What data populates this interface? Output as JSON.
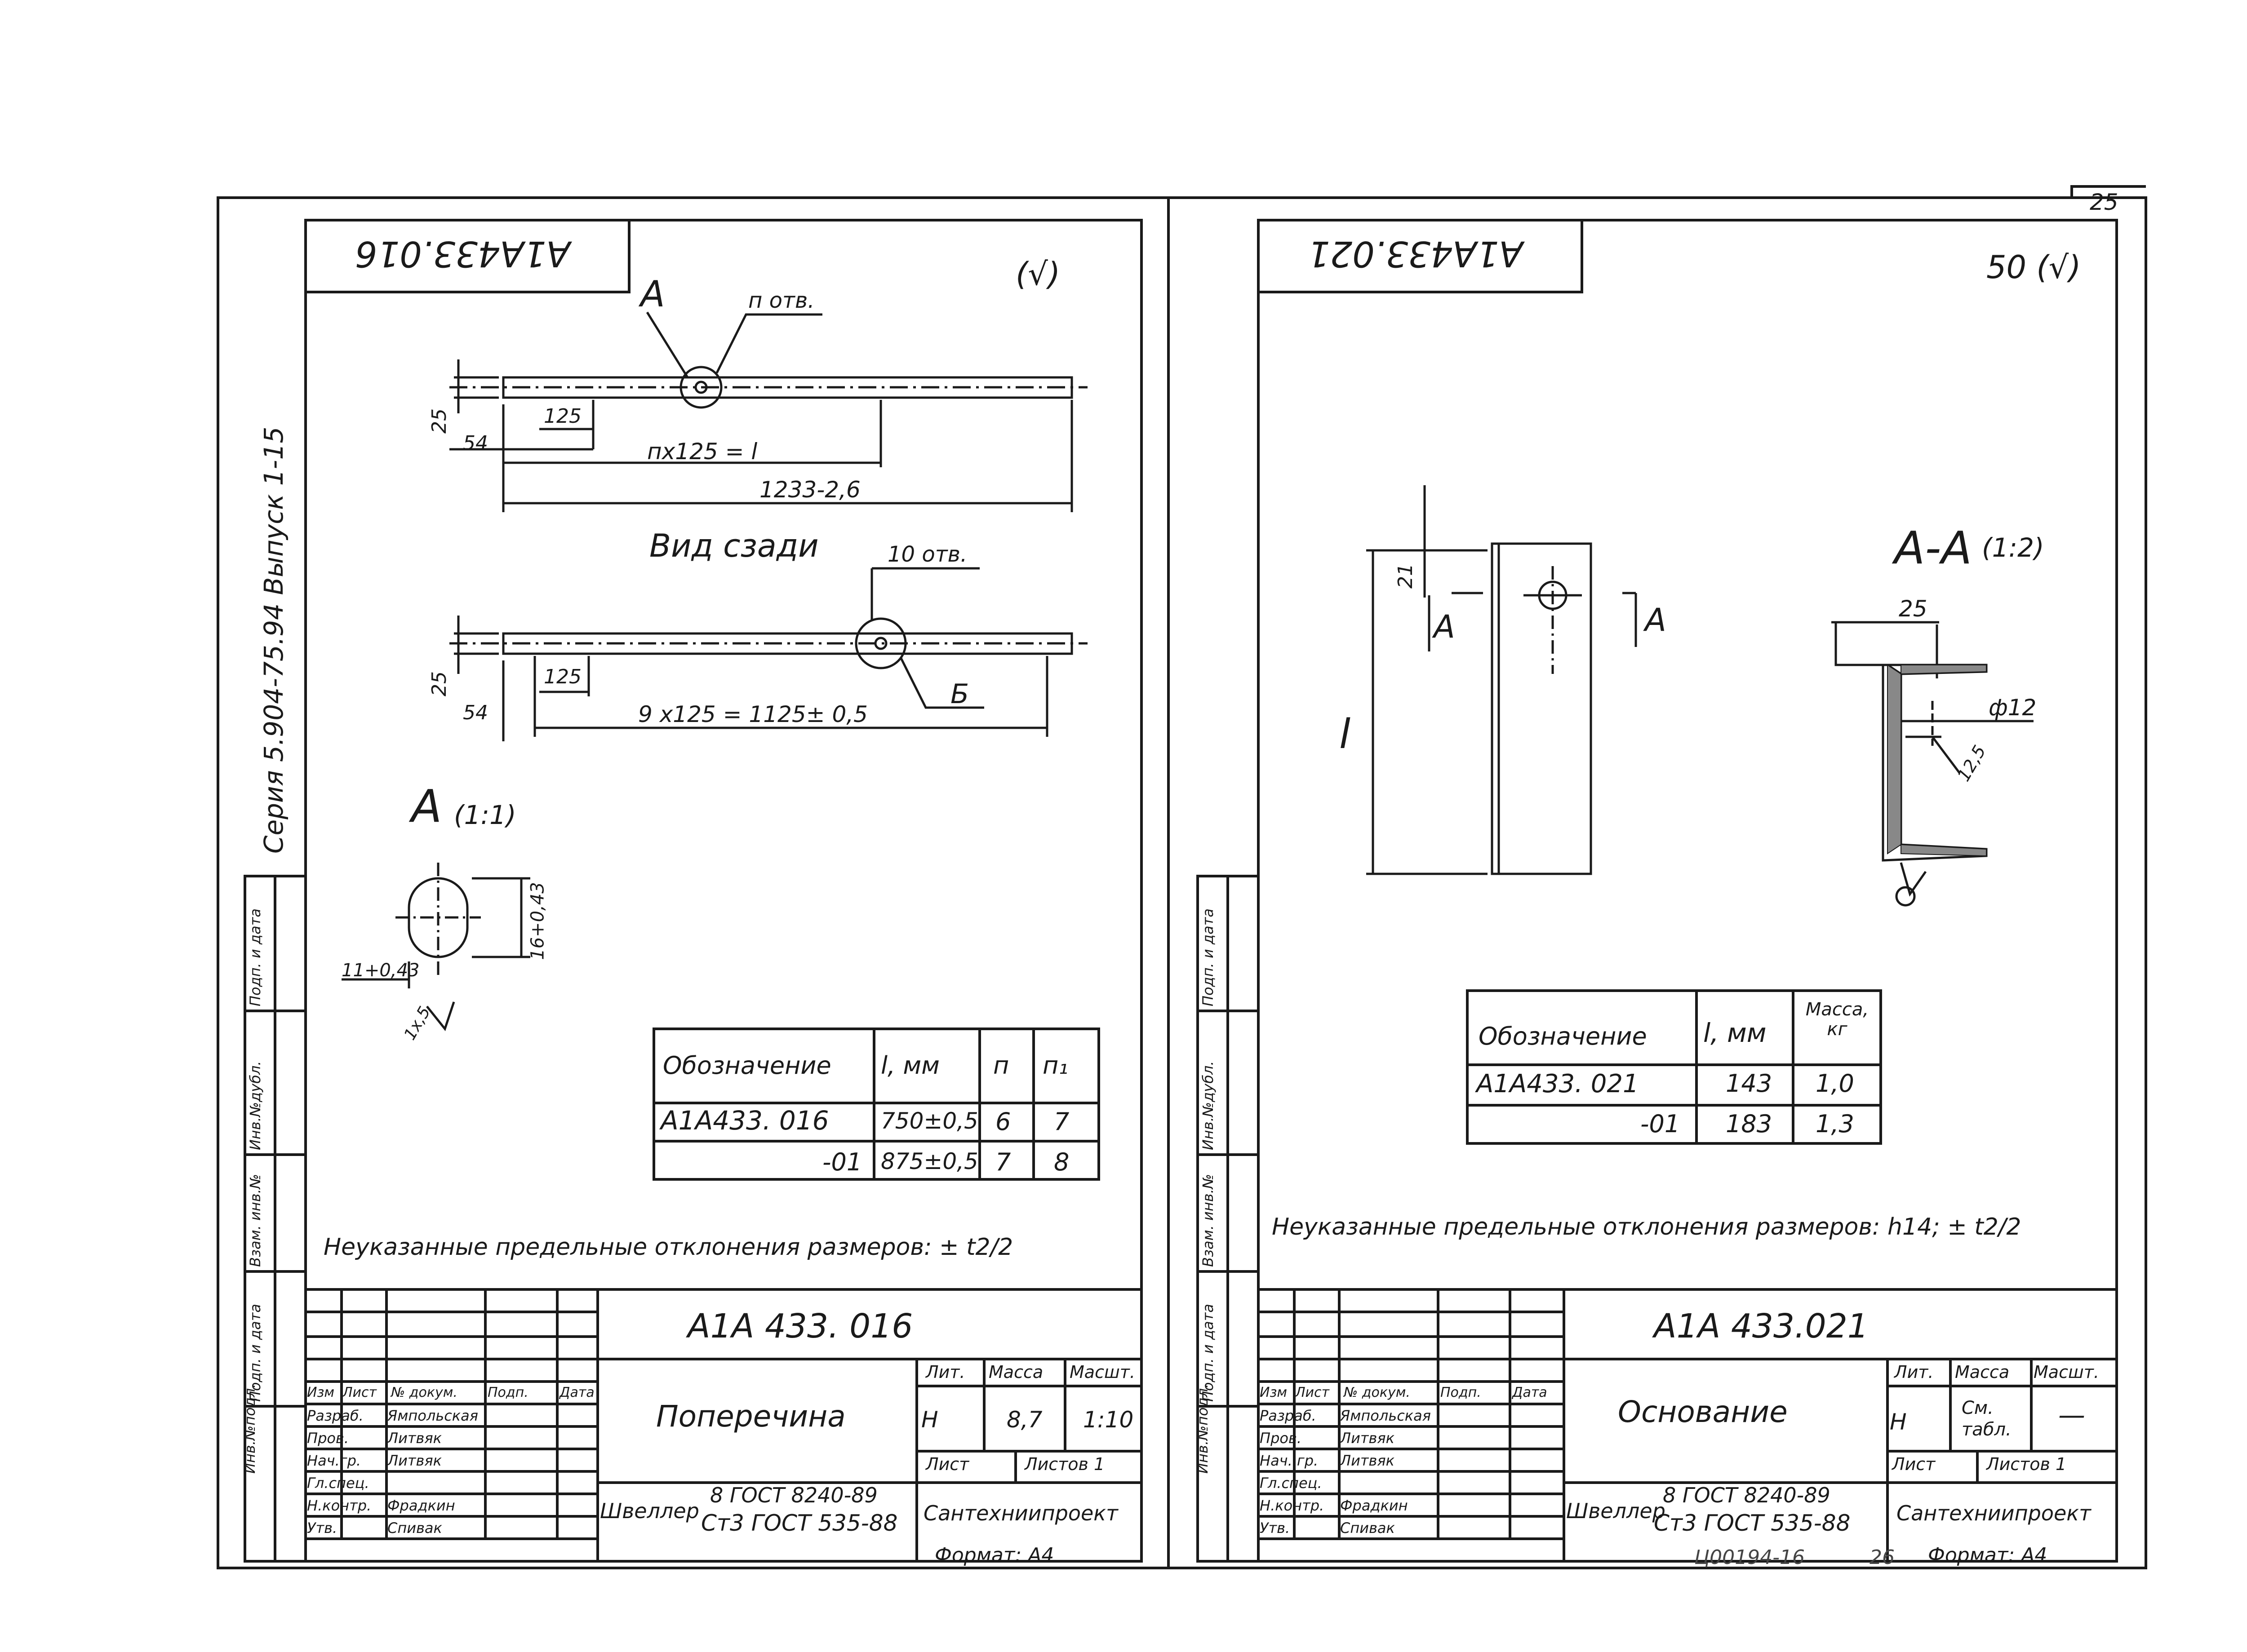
{
  "page_number": "25",
  "left": {
    "title_rotated": "А1А433.016",
    "roughness": "(√)",
    "view_a_label": "А",
    "n_holes": "п отв.",
    "dim_25a": "25",
    "dim_54a": "54",
    "dim_125a": "125",
    "dim_nx125": "пх125 = l",
    "dim_1233": "1233-2,6",
    "back_view": "Вид сзади",
    "holes_10": "10 отв.",
    "dim_25b": "25",
    "dim_54b": "54",
    "dim_125b": "125",
    "dim_9x125": "9 х125 = 1125± 0,5",
    "label_b": "Б",
    "detail_a": "А",
    "detail_a_scale": "(1:1)",
    "dim_16": "16+0,43",
    "dim_11": "11+0,43",
    "dim_1_5": "1х,5",
    "table": {
      "headers": [
        "Обозначение",
        "l, мм",
        "п",
        "п₁"
      ],
      "rows": [
        [
          "А1А433. 016",
          "750±0,5",
          "6",
          "7"
        ],
        [
          "-01",
          "875±0,5",
          "7",
          "8"
        ]
      ]
    },
    "note": "Неуказанные предельные отклонения размеров: ± t2/2",
    "tb": {
      "code": "А1А 433. 016",
      "name": "Поперечина",
      "lit_h": "Лит.",
      "mass_h": "Масса",
      "scale_h": "Масшт.",
      "lit": "Н",
      "mass": "8,7",
      "scale": "1:10",
      "sheet": "Лист",
      "sheets": "Листов 1",
      "mat1": "Швеллер",
      "mat2": "8 ГОСТ 8240-89",
      "mat3": "Ст3 ГОСТ 535-88",
      "org": "Сантехниипроект",
      "cols": [
        "Изм",
        "Лист",
        "№ докум.",
        "Подп.",
        "Дата"
      ],
      "roles": [
        "Разраб.",
        "Пров.",
        "Нач.гр.",
        "Гл.спец.",
        "Н.контр.",
        "Утв."
      ],
      "names": [
        "Ямпольская",
        "Литвяк",
        "Литвяк",
        "",
        "Фрадкин",
        "Спивак"
      ],
      "format": "Формат: А4"
    },
    "side": [
      "Инв.№подл.",
      "Подп. и дата",
      "Взам. инв.№",
      "Инв.№дубл.",
      "Подп. и дата"
    ],
    "series": "Серия 5.904-75.94 Выпуск 1-15"
  },
  "right": {
    "title_rotated": "А1А433.021",
    "roughness": "50 (√)",
    "dim_21": "21",
    "section_a": "А",
    "dim_l": "l",
    "section_title": "А-А",
    "section_scale": "(1:2)",
    "dim_25": "25",
    "dim_phi": "ф12",
    "dim_12_5": "12,5",
    "table": {
      "headers": [
        "Обозначение",
        "l, мм",
        "Масса, кг"
      ],
      "rows": [
        [
          "А1А433. 021",
          "143",
          "1,0"
        ],
        [
          "-01",
          "183",
          "1,3"
        ]
      ]
    },
    "note": "Неуказанные предельные отклонения размеров: h14; ± t2/2",
    "tb": {
      "code": "А1А 433.021",
      "name": "Основание",
      "lit_h": "Лит.",
      "mass_h": "Масса",
      "scale_h": "Масшт.",
      "lit": "Н",
      "mass": "См. табл.",
      "scale": "—",
      "sheet": "Лист",
      "sheets": "Листов 1",
      "mat1": "Швеллер",
      "mat2": "8 ГОСТ 8240-89",
      "mat3": "Ст3 ГОСТ 535-88",
      "org": "Сантехниипроект",
      "cols": [
        "Изм",
        "Лист",
        "№ докум.",
        "Подп.",
        "Дата"
      ],
      "roles": [
        "Разраб.",
        "Пров.",
        "Нач. гр.",
        "Гл.спец.",
        "Н.контр.",
        "Утв."
      ],
      "names": [
        "Ямпольская",
        "Литвяк",
        "Литвяк",
        "",
        "Фрадкин",
        "Спивак"
      ],
      "format": "Формат: А4"
    },
    "side": [
      "Инв.№подл.",
      "Подп. и дата",
      "Взам. инв.№",
      "Инв.№дубл.",
      "Подп. и дата"
    ],
    "stamp": "Ц00194-16",
    "stamp2": "26"
  }
}
